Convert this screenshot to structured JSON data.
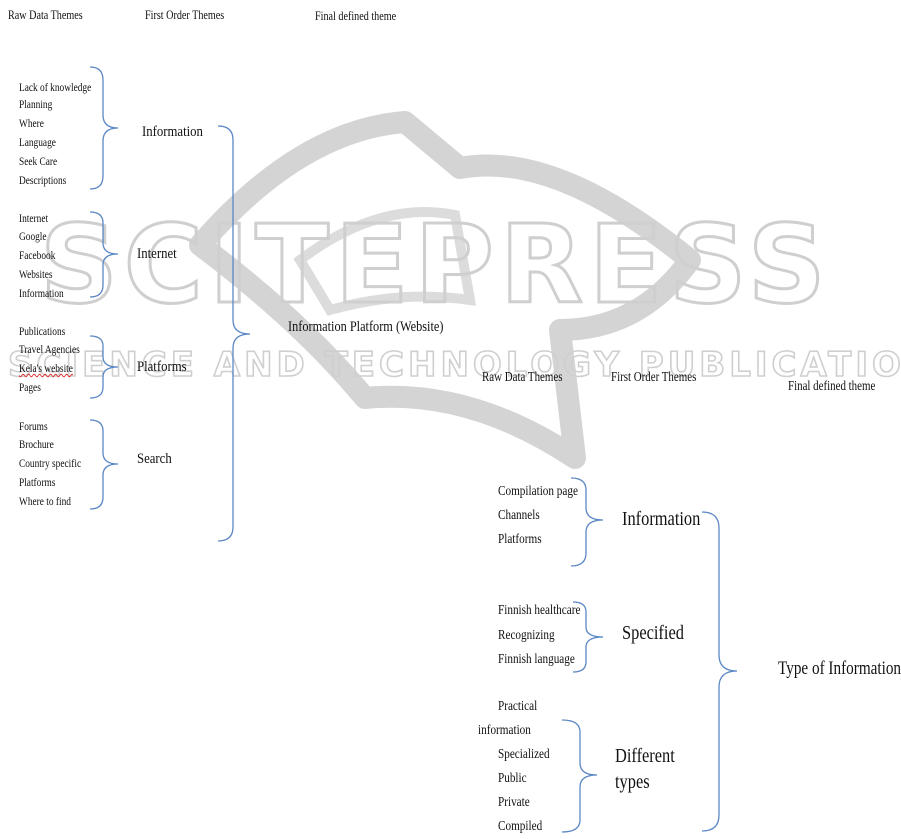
{
  "watermark": {
    "title": "SCITEPRESS",
    "subtitle": "SCIENCE AND TECHNOLOGY PUBLICATIONS"
  },
  "colors": {
    "brace": "#5b87c5",
    "watermark": "#cfcfcf",
    "spellcheck": "#dd2222"
  },
  "diagram1": {
    "headers": {
      "raw": "Raw Data Themes",
      "first": "First Order Themes",
      "final": "Final defined theme"
    },
    "groups": [
      {
        "theme": "Information",
        "items": [
          "Lack of knowledge",
          "Planning",
          "Where",
          "Language",
          "Seek Care",
          "Descriptions"
        ]
      },
      {
        "theme": "Internet",
        "items": [
          "Internet",
          "Google",
          "Facebook",
          "Websites",
          "Information"
        ]
      },
      {
        "theme": "Platforms",
        "items": [
          "Publications",
          "Travel Agencies",
          "Kela's website",
          "Pages"
        ]
      },
      {
        "theme": "Search",
        "items": [
          "Forums",
          "Brochure",
          "Country specific",
          "Platforms",
          "Where to find"
        ]
      }
    ],
    "final_theme": "Information Platform (Website)"
  },
  "diagram2": {
    "headers": {
      "raw": "Raw Data Themes",
      "first": "First Order Themes",
      "final": "Final defined theme"
    },
    "groups": [
      {
        "theme": "Information",
        "items": [
          "Compilation page",
          "Channels",
          "Platforms"
        ]
      },
      {
        "theme": "Specified",
        "items": [
          "Finnish healthcare",
          "Recognizing",
          "Finnish language"
        ]
      },
      {
        "theme_lines": [
          "Different",
          "types"
        ],
        "items": [
          "Practical",
          "information",
          "Specialized",
          "Public",
          "Private",
          "Compiled"
        ]
      }
    ],
    "final_theme": "Type of Information"
  }
}
